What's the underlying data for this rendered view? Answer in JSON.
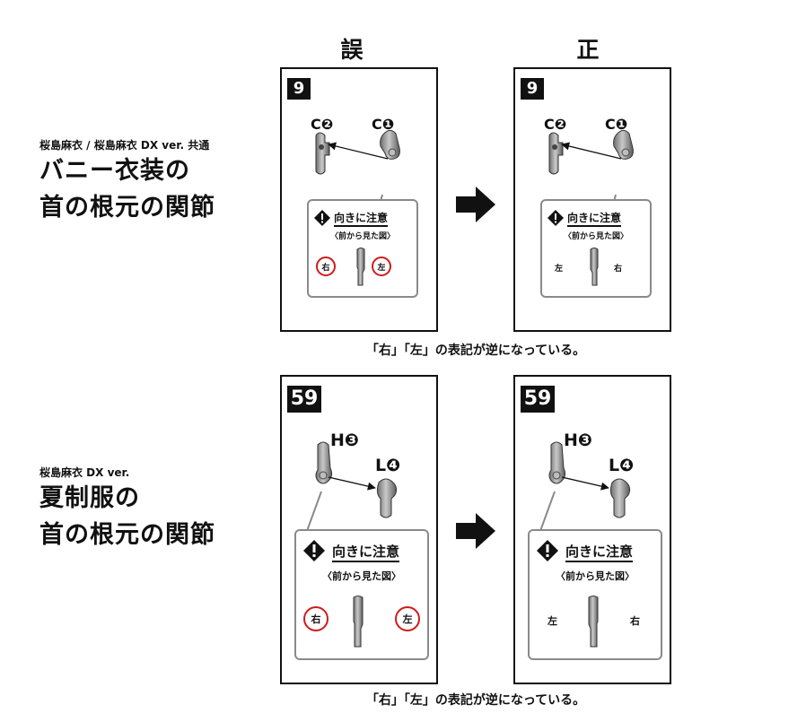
{
  "headers": {
    "wrong": "誤",
    "correct": "正"
  },
  "section1": {
    "subtitle": "桜島麻衣 / 桜島麻衣 DX ver. 共通",
    "title_line1": "バニー衣装の",
    "title_line2": "首の根元の関節",
    "step": "9",
    "part_a": "C❷",
    "part_b": "C❶",
    "caption": "「右」「左」の表記が逆になっている。"
  },
  "section2": {
    "subtitle": "桜島麻衣 DX ver.",
    "title_line1": "夏制服の",
    "title_line2": "首の根元の関節",
    "step": "59",
    "part_a": "H❸",
    "part_b": "L❹",
    "caption": "「右」「左」の表記が逆になっている。"
  },
  "callout": {
    "title": "向きに注意",
    "subtitle": "〈前から見た図〉",
    "right": "右",
    "left": "左"
  },
  "colors": {
    "mark_circle": "#d11a1a",
    "part_fill": "#9a9a9a",
    "border": "#111111"
  }
}
